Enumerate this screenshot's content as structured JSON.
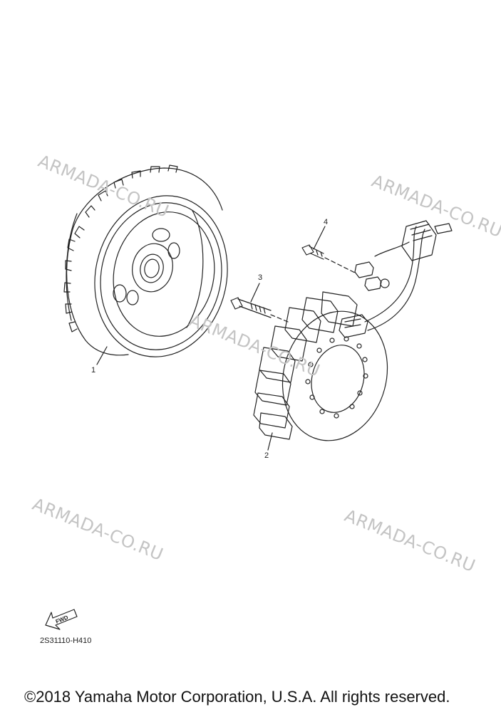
{
  "watermarks": [
    "ARMADA-CO.RU",
    "ARMADA-CO.RU",
    "ARMADA-CO.RU",
    "ARMADA-CO.RU",
    "ARMADA-CO.RU"
  ],
  "callouts": {
    "part1": "1",
    "part2": "2",
    "part3": "3",
    "part4": "4"
  },
  "fwd_label": "FWD",
  "diagram_code": "2S31110-H410",
  "copyright": "©2018 Yamaha Motor Corporation, U.S.A. All rights reserved."
}
